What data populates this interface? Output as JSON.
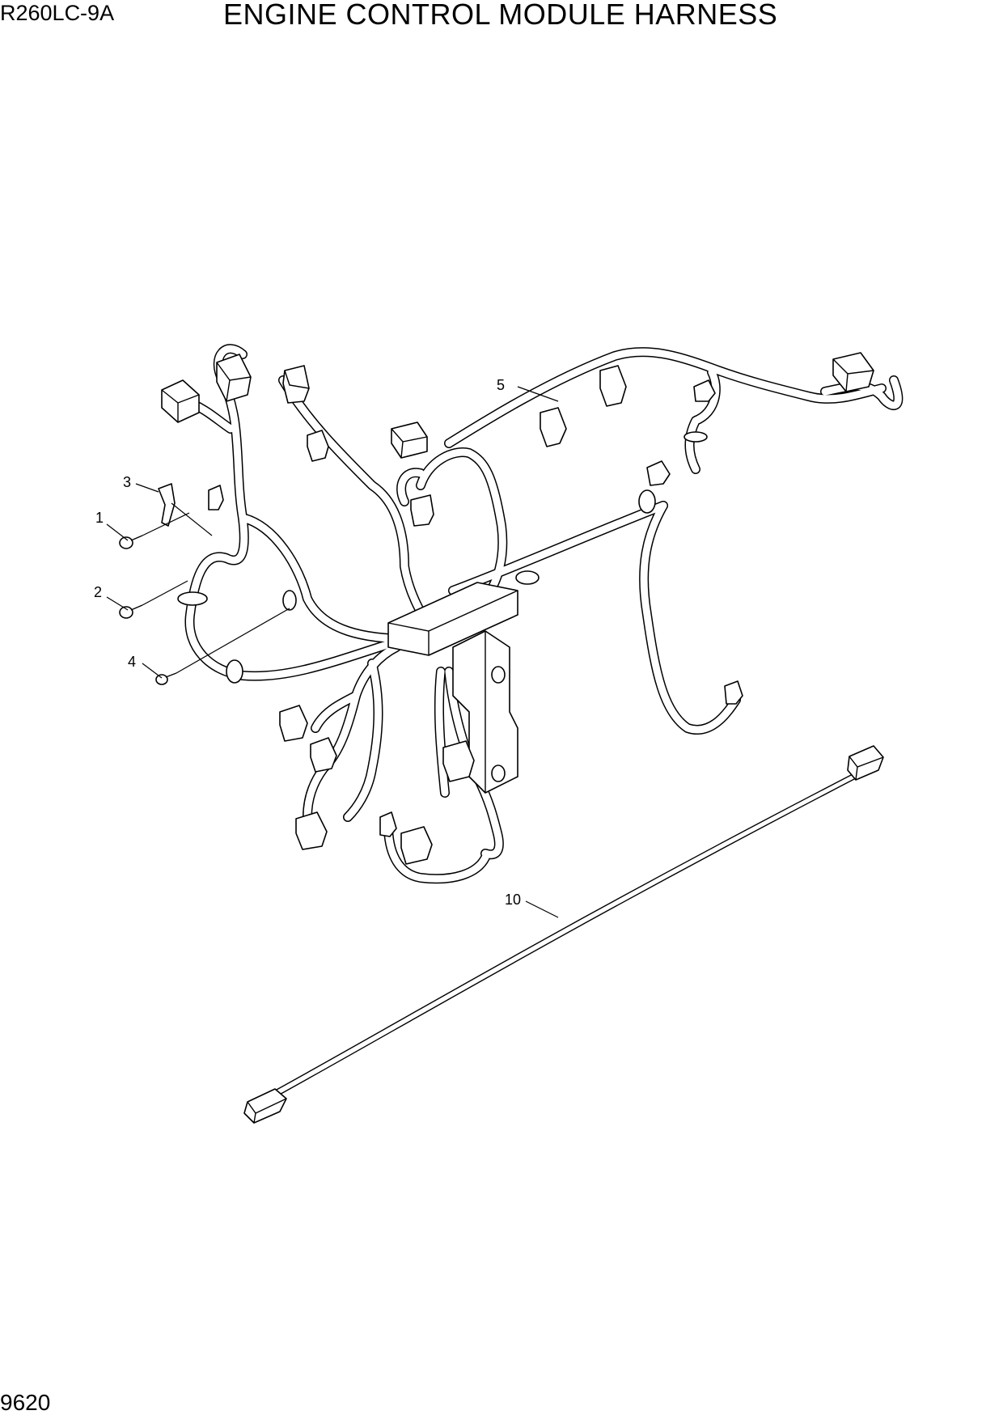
{
  "header": {
    "model": "R260LC-9A",
    "title": "ENGINE CONTROL MODULE HARNESS"
  },
  "footer": {
    "page_number": "9620"
  },
  "callouts": [
    {
      "id": "c1",
      "label": "1"
    },
    {
      "id": "c2",
      "label": "2"
    },
    {
      "id": "c3",
      "label": "3"
    },
    {
      "id": "c4",
      "label": "4"
    },
    {
      "id": "c5",
      "label": "5"
    },
    {
      "id": "c10",
      "label": "10"
    }
  ]
}
